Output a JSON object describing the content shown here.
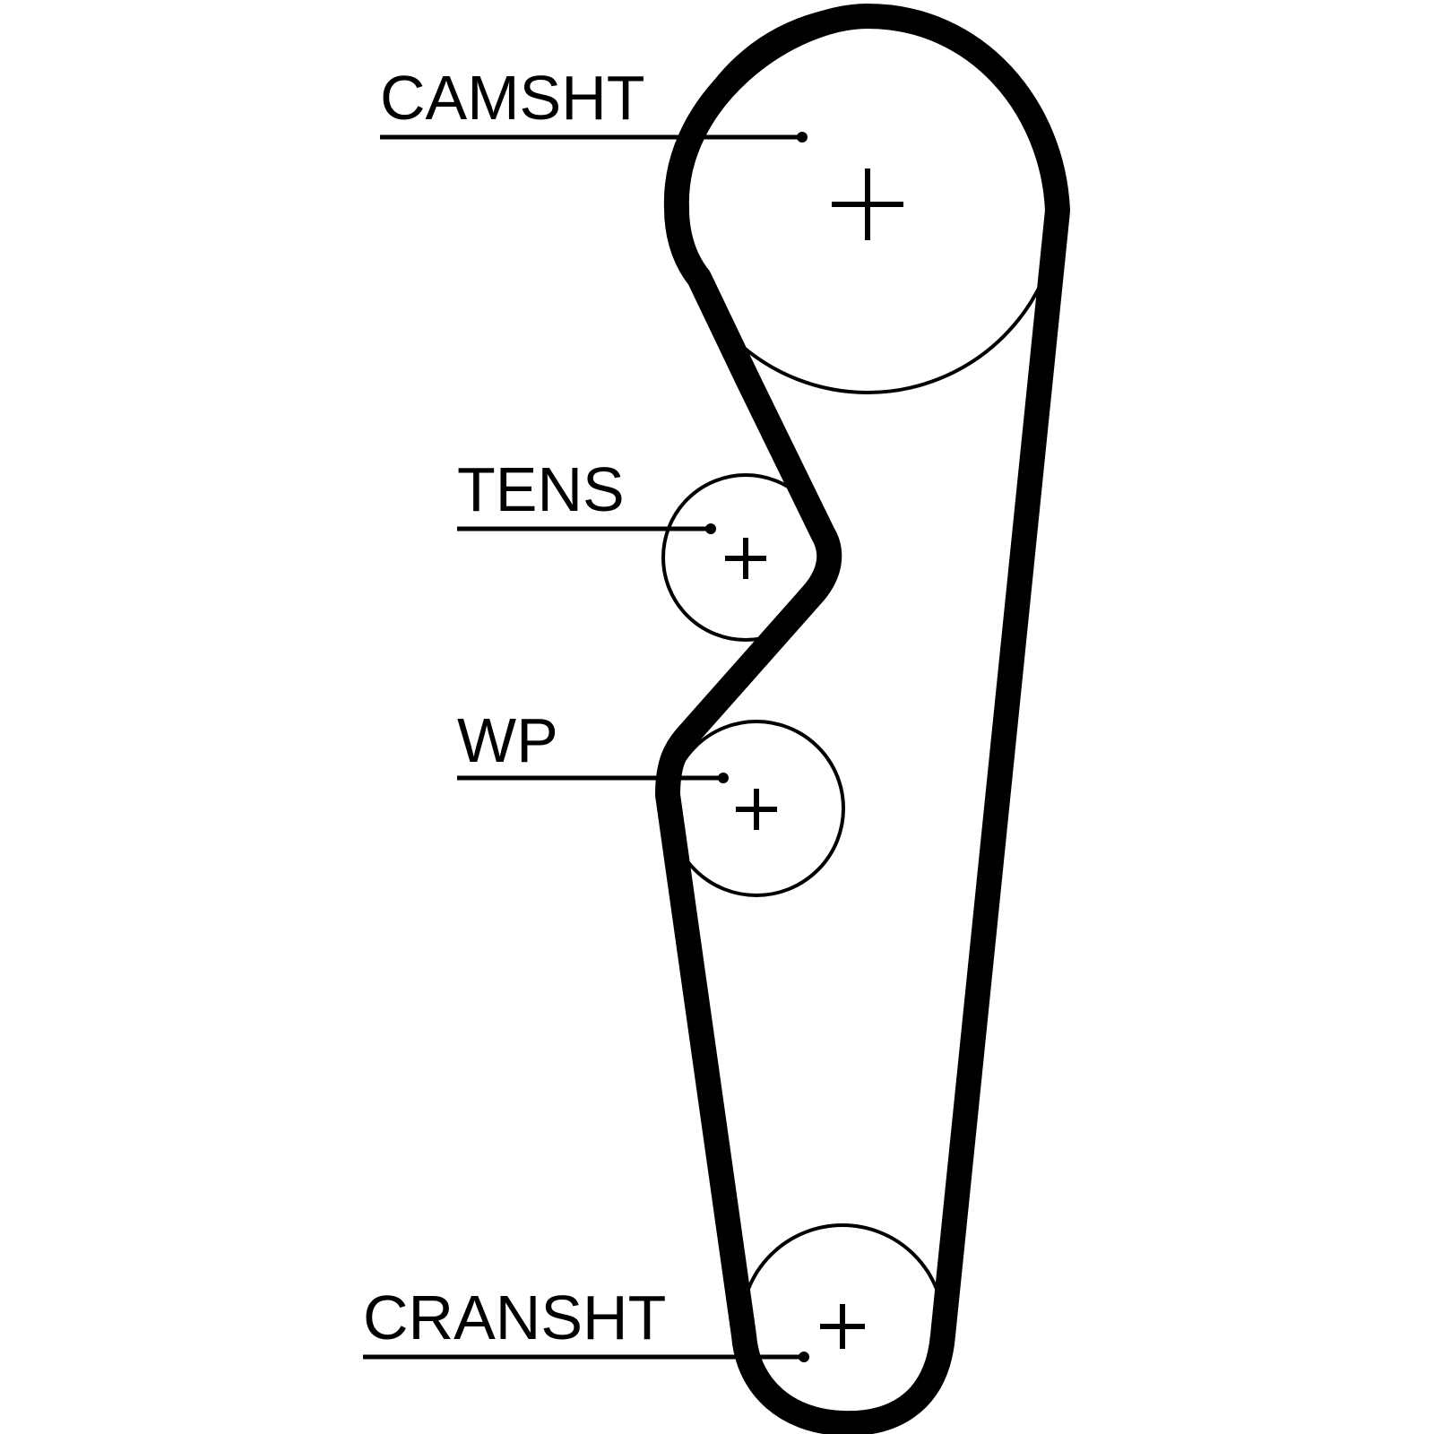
{
  "labels": {
    "camshaft": "CAMSHT",
    "tensioner": "TENS",
    "water_pump": "WP",
    "crankshaft": "CRANSHT"
  },
  "colors": {
    "line": "#000000",
    "background": "#ffffff"
  }
}
